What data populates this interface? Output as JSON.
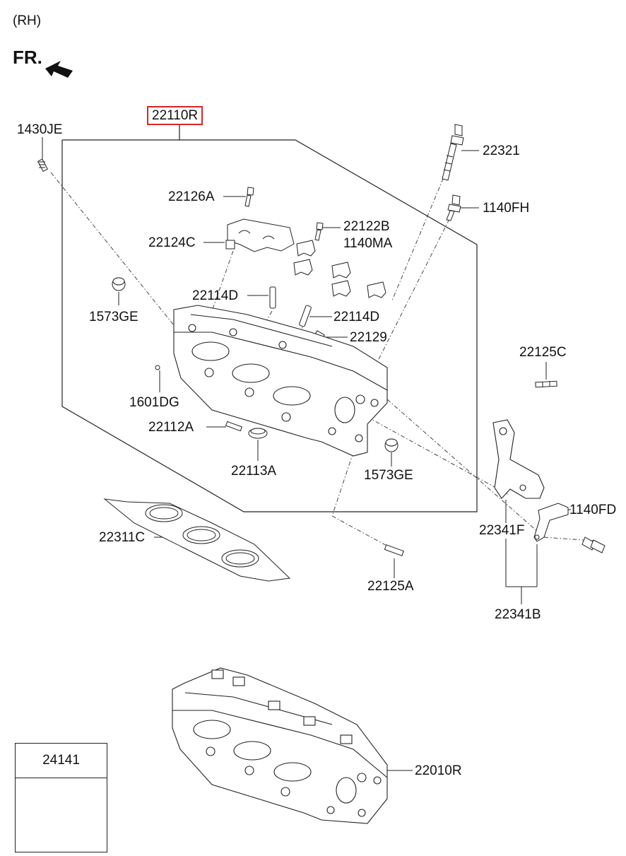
{
  "header": {
    "side": "(RH)",
    "front": "FR."
  },
  "labels": {
    "assembly": "22110R",
    "l_1430JE": "1430JE",
    "l_22321": "22321",
    "l_22126A": "22126A",
    "l_1140FH": "1140FH",
    "l_22122B": "22122B",
    "l_1140MA": "1140MA",
    "l_22124C": "22124C",
    "l_22114D_a": "22114D",
    "l_22114D_b": "22114D",
    "l_1573GE_a": "1573GE",
    "l_22129": "22129",
    "l_22125C": "22125C",
    "l_1601DG": "1601DG",
    "l_22112A": "22112A",
    "l_22113A": "22113A",
    "l_1573GE_b": "1573GE",
    "l_1140FD": "1140FD",
    "l_22311C": "22311C",
    "l_22341F": "22341F",
    "l_22125A": "22125A",
    "l_22341B": "22341B",
    "l_22010R": "22010R"
  },
  "legend": {
    "part_no": "24141"
  },
  "colors": {
    "highlight_border": "#d9262a",
    "line": "#222222"
  }
}
